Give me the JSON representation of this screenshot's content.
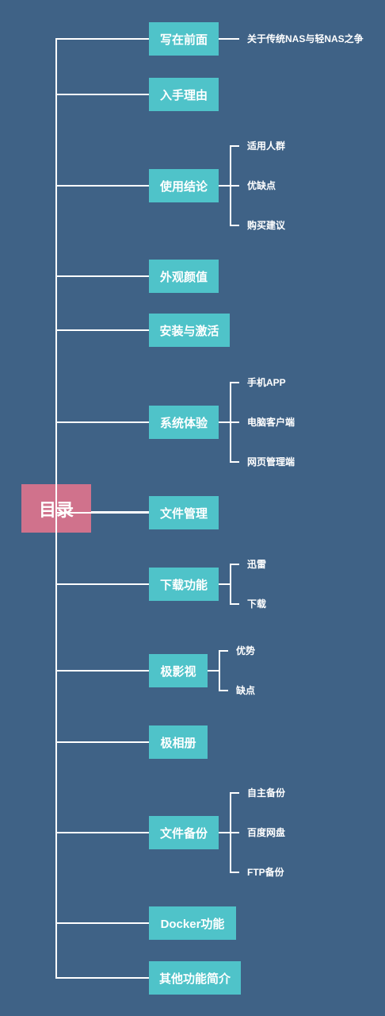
{
  "root": {
    "label": "目录"
  },
  "sections": [
    {
      "label": "写在前面",
      "children": [
        "关于传统NAS与轻NAS之争"
      ]
    },
    {
      "label": "入手理由",
      "children": []
    },
    {
      "label": "使用结论",
      "children": [
        "适用人群",
        "优缺点",
        "购买建议"
      ]
    },
    {
      "label": "外观颜值",
      "children": []
    },
    {
      "label": "安装与激活",
      "children": []
    },
    {
      "label": "系统体验",
      "children": [
        "手机APP",
        "电脑客户端",
        "网页管理端"
      ]
    },
    {
      "label": "文件管理",
      "children": []
    },
    {
      "label": "下载功能",
      "children": [
        "迅雷",
        "下载"
      ]
    },
    {
      "label": "极影视",
      "children": [
        "优势",
        "缺点"
      ]
    },
    {
      "label": "极相册",
      "children": []
    },
    {
      "label": "文件备份",
      "children": [
        "自主备份",
        "百度网盘",
        "FTP备份"
      ]
    },
    {
      "label": "Docker功能",
      "children": []
    },
    {
      "label": "其他功能简介",
      "children": []
    }
  ],
  "colors": {
    "background": "#3f6286",
    "root": "#d0728c",
    "node": "#4fc3c9",
    "line": "#ffffff",
    "text": "#ffffff"
  }
}
